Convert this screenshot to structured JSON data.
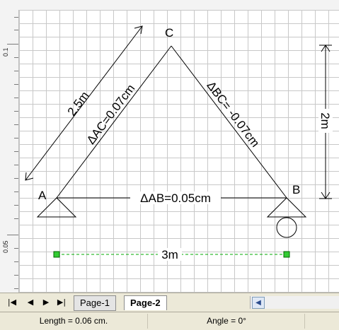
{
  "ruler": {
    "labels": [
      "0.1",
      "0.05"
    ]
  },
  "drawing": {
    "points": {
      "A": "A",
      "B": "B",
      "C": "C"
    },
    "labels": {
      "ac_dim": "2.5m",
      "delta_ac": "ΔAC=0.07cm",
      "delta_bc": "ΔBC= -0.07cm",
      "delta_ab": "ΔAB=0.05cm",
      "height_dim": "2m",
      "bottom_dim": "3m"
    },
    "colors": {
      "line": "#000000",
      "selected": "#00aa00"
    }
  },
  "tabs": {
    "nav": [
      "first-page",
      "previous-page",
      "next-page",
      "last-page"
    ],
    "pages": [
      {
        "label": "Page-1",
        "active": false
      },
      {
        "label": "Page-2",
        "active": true
      }
    ]
  },
  "status": {
    "length": "Length = 0.06 cm.",
    "angle": "Angle = 0°"
  }
}
